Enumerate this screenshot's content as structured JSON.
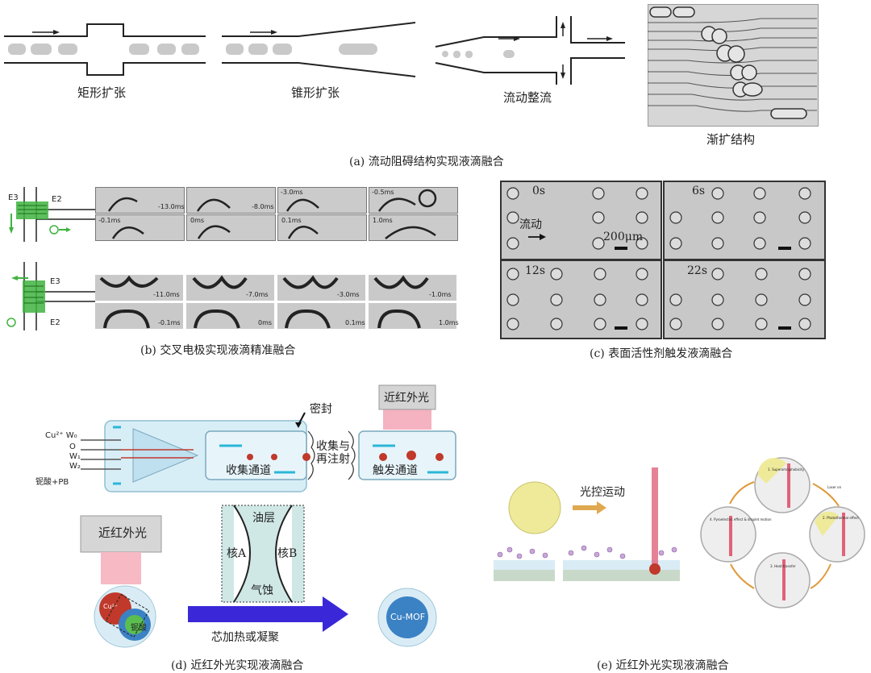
{
  "panel_a": {
    "caption": "(a) 流动阻碍结构实现液滴融合",
    "labels": [
      "矩形扩张",
      "锥形扩张",
      "流动整流",
      "渐扩结构"
    ]
  },
  "panel_b": {
    "caption": "(b) 交叉电极实现液滴精准融合",
    "electrodes": [
      "E3",
      "E2",
      "E3",
      "E2"
    ],
    "top_times": [
      "-13.0ms",
      "-8.0ms",
      "-3.0ms",
      "-0.5ms",
      "-0.1ms",
      "0ms",
      "0.1ms",
      "1.0ms"
    ],
    "bottom_times": [
      "-11.0ms",
      "-7.0ms",
      "-3.0ms",
      "-1.0ms",
      "-0.1ms",
      "0ms",
      "0.1ms",
      "1.0ms"
    ]
  },
  "panel_c": {
    "caption": "(c) 表面活性剂触发液滴融合",
    "times": [
      "0s",
      "6s",
      "12s",
      "22s"
    ],
    "flow_label": "流动",
    "scale_label": "200μm"
  },
  "panel_d": {
    "caption": "(d) 近红外光实现液滴融合",
    "nir_light": "近红外光",
    "seal": "密封",
    "collect_channel": "收集通道",
    "collect_reinject": "收集与\n再注射",
    "trigger_channel": "触发通道",
    "inputs": [
      "Cu²⁺ W₀",
      "O",
      "W₁",
      "W₂",
      "铌酸+PB"
    ],
    "oil_layer": "油层",
    "core_a": "核A",
    "core_b": "核B",
    "gas_etch": "气蚀",
    "process": "芯加热或凝聚",
    "product": "Cu-MOF",
    "droplet_labels": [
      "Cu²⁺",
      "铌酸"
    ]
  },
  "panel_e": {
    "caption": "(e) 近红外光实现液滴融合",
    "motion_label": "光控运动",
    "cycle_steps": [
      "1. Superomniphobicity",
      "2. Photothermal effect",
      "3. Heat transfer",
      "4. Pyroelectric effect & droplet motion"
    ],
    "laser_label": "Laser on"
  },
  "colors": {
    "caption_text": "#222222",
    "electrode_green": "#3fb33f",
    "nir_pink": "#e0637a",
    "arrow_blue": "#3a28d8",
    "cycle_arrow": "#e09a3a",
    "droplet_yellow": "#efea9a"
  }
}
